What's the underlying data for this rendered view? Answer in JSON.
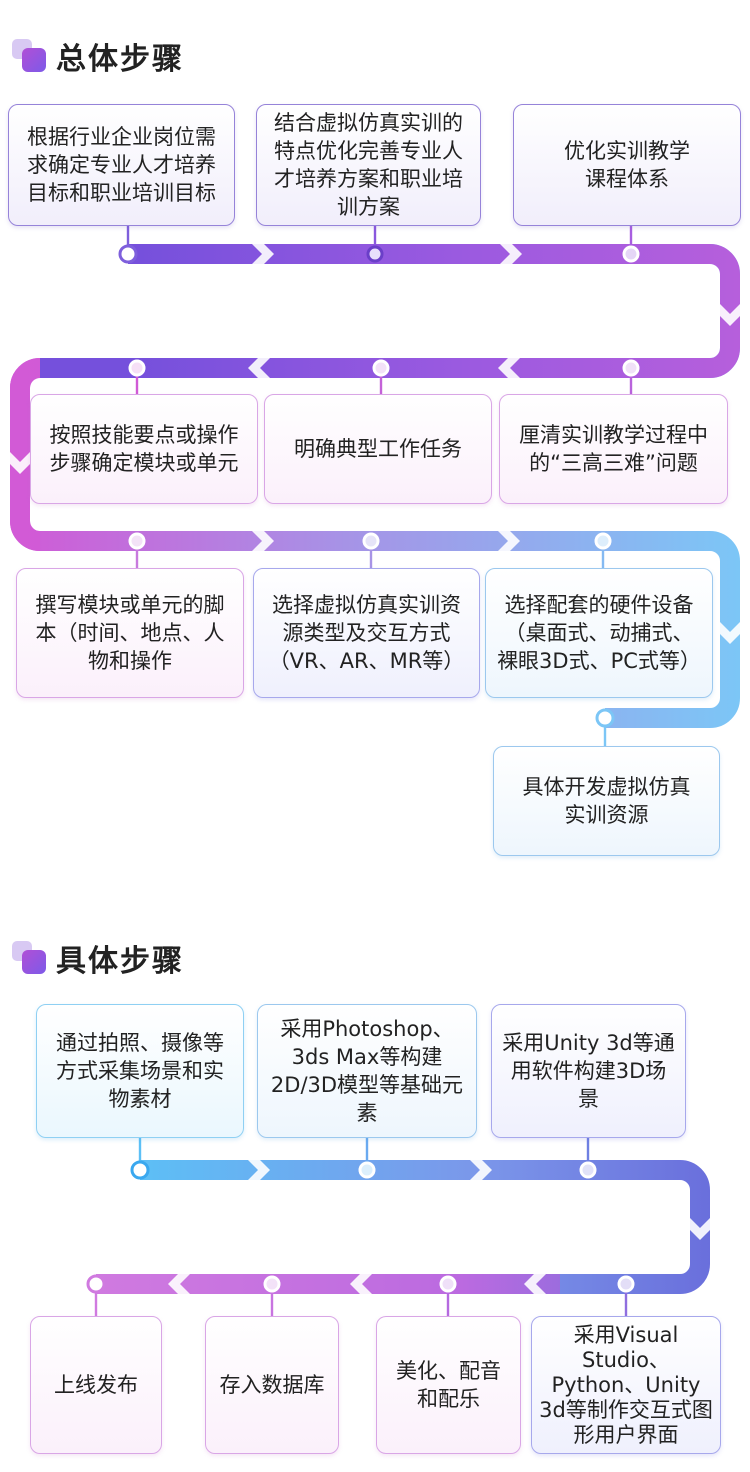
{
  "section1": {
    "title": "总体步骤",
    "steps": [
      "根据行业企业岗位需求确定专业人才培养目标和职业培训目标",
      "结合虚拟仿真实训的特点优化完善专业人才培养方案和职业培训方案",
      "优化实训教学课程体系",
      "厘清实训教学过程中的“三高三难”问题",
      "明确典型工作任务",
      "按照技能要点或操作步骤确定模块或单元",
      "撰写模块或单元的脚本（时间、地点、人物和操作",
      "选择虚拟仿真实训资源类型及交互方式（VR、AR、MR等）",
      "选择配套的硬件设备 （桌面式、动捕式、裸眼3D式、PC式等）",
      "具体开发虚拟仿真实训资源"
    ]
  },
  "section2": {
    "title": "具体步骤",
    "steps": [
      "通过拍照、摄像等方式采集场景和实物素材",
      "采用Photoshop、3ds Max等构建2D/3D模型等基础元素",
      "采用Unity 3d等通用软件构建3D场景",
      "采用Visual Studio、Python、Unity 3d等制作交互式图形用户界面",
      "美化、配音和配乐",
      "存入数据库",
      "上线发布"
    ]
  },
  "colors": {
    "purple": "#7b5ce0",
    "magenta": "#c25ad8",
    "sky": "#6fc3f5",
    "indigo": "#6d70dc"
  }
}
